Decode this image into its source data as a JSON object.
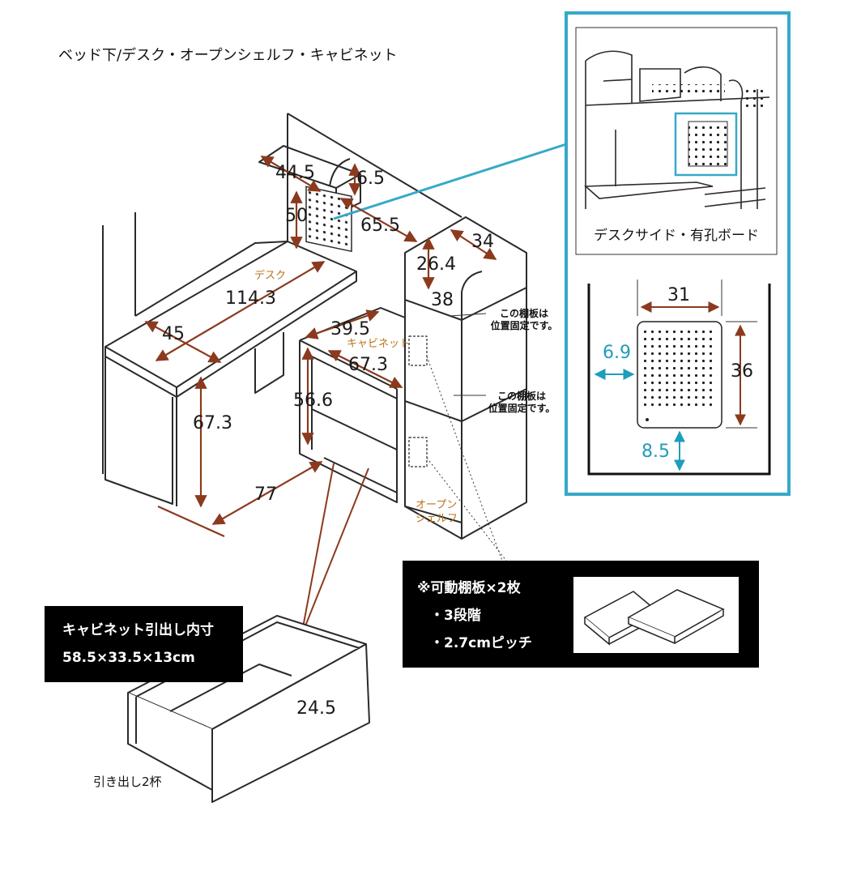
{
  "title": "ベッド下/デスク・オープンシェルフ・キャビネット",
  "dimensions": {
    "d44_5": "44.5",
    "d6_5": "6.5",
    "d50": "50",
    "d65_5": "65.5",
    "d34": "34",
    "d26_4": "26.4",
    "d38": "38",
    "d114_3": "114.3",
    "d45": "45",
    "d39_5": "39.5",
    "d67_3_cab": "67.3",
    "d56_6": "56.6",
    "d67_3_desk": "67.3",
    "d77": "77",
    "d24_5": "24.5"
  },
  "labels": {
    "desk": "デスク",
    "cabinet": "キャビネット",
    "open_shelf_1": "オープン",
    "open_shelf_2": "シェルフ",
    "fixed_note_1a": "この棚板は",
    "fixed_note_1b": "位置固定です。",
    "fixed_note_2a": "この棚板は",
    "fixed_note_2b": "位置固定です。",
    "drawers": "引き出し2杯"
  },
  "inset": {
    "caption": "デスクサイド・有孔ボード",
    "w31": "31",
    "h36": "36",
    "side69": "6.9",
    "bottom85": "8.5"
  },
  "cabinet_box": {
    "line1": "キャビネット引出し内寸",
    "line2": "58.5×33.5×13cm"
  },
  "shelf_box": {
    "line1": "※可動棚板×2枚",
    "line2": "・3段階",
    "line3": "・2.7cmピッチ"
  },
  "colors": {
    "arrow": "#8b3a1e",
    "accent": "#36a9c9",
    "label_orange": "#b8741a"
  }
}
